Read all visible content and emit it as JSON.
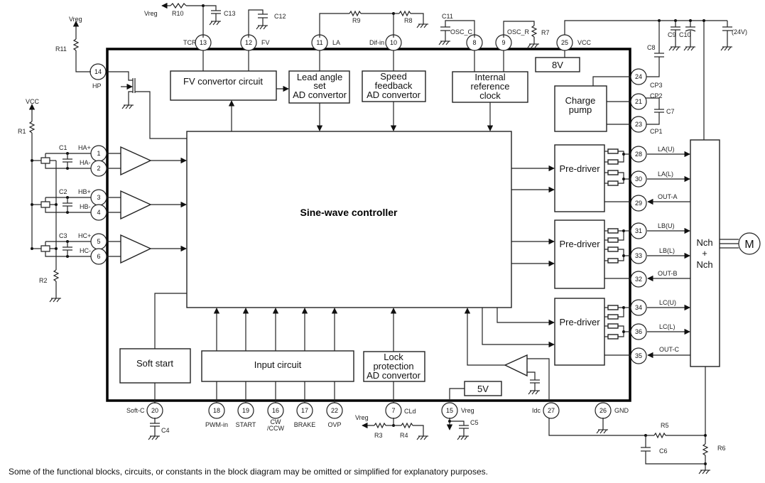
{
  "diagram": {
    "title": "Sine-wave controller",
    "blocks": {
      "fv": "FV convertor circuit",
      "lead": [
        "Lead angle",
        "set",
        "AD convertor"
      ],
      "speed": [
        "Speed",
        "feedback",
        "AD convertor"
      ],
      "clock": [
        "Internal",
        "reference",
        "clock"
      ],
      "charge": [
        "Charge",
        "pump"
      ],
      "v8": "8V",
      "v5": "5V",
      "predriver": "Pre-driver",
      "soft": "Soft start",
      "input": "Input circuit",
      "lock": [
        "Lock",
        "protection",
        "AD convertor"
      ],
      "nch": [
        "Nch",
        "+",
        "Nch"
      ],
      "motor": "M"
    },
    "pins": {
      "p13": {
        "num": "13",
        "name": "TCR"
      },
      "p12": {
        "num": "12",
        "name": "FV"
      },
      "p11": {
        "num": "11",
        "name": "LA"
      },
      "p10": {
        "num": "10",
        "name": "Dif-in"
      },
      "p8": {
        "num": "8",
        "name": "OSC_C"
      },
      "p9": {
        "num": "9",
        "name": "OSC_R"
      },
      "p25": {
        "num": "25",
        "name": "VCC"
      },
      "p14": {
        "num": "14",
        "name": "HP"
      },
      "p1": {
        "num": "1",
        "name": "HA+"
      },
      "p2": {
        "num": "2",
        "name": "HA-"
      },
      "p3": {
        "num": "3",
        "name": "HB+"
      },
      "p4": {
        "num": "4",
        "name": "HB-"
      },
      "p5": {
        "num": "5",
        "name": "HC+"
      },
      "p6": {
        "num": "6",
        "name": "HC-"
      },
      "p24": {
        "num": "24",
        "name": "CP3"
      },
      "p21": {
        "num": "21",
        "name": "CP2"
      },
      "p23": {
        "num": "23",
        "name": "CP1"
      },
      "p28": {
        "num": "28",
        "name": "LA(U)"
      },
      "p30": {
        "num": "30",
        "name": "LA(L)"
      },
      "p29": {
        "num": "29",
        "name": "OUT-A"
      },
      "p31": {
        "num": "31",
        "name": "LB(U)"
      },
      "p33": {
        "num": "33",
        "name": "LB(L)"
      },
      "p32": {
        "num": "32",
        "name": "OUT-B"
      },
      "p34": {
        "num": "34",
        "name": "LC(U)"
      },
      "p36": {
        "num": "36",
        "name": "LC(L)"
      },
      "p35": {
        "num": "35",
        "name": "OUT-C"
      },
      "p20": {
        "num": "20",
        "name": "Soft-C"
      },
      "p18": {
        "num": "18",
        "name": "PWM-in"
      },
      "p19": {
        "num": "19",
        "name": "START"
      },
      "p16": {
        "num": "16",
        "name": "CW",
        "name2": "/CCW"
      },
      "p17": {
        "num": "17",
        "name": "BRAKE"
      },
      "p22": {
        "num": "22",
        "name": "OVP"
      },
      "p7": {
        "num": "7",
        "name": "CLd"
      },
      "p15": {
        "num": "15",
        "name": "Vreg"
      },
      "p27": {
        "num": "27",
        "name": "Idc"
      },
      "p26": {
        "num": "26",
        "name": "GND"
      }
    },
    "components": {
      "vreg": "Vreg",
      "vcc": "VCC",
      "v24": "(24V)",
      "R1": "R1",
      "R2": "R2",
      "R3": "R3",
      "R4": "R4",
      "R5": "R5",
      "R6": "R6",
      "R7": "R7",
      "R8": "R8",
      "R9": "R9",
      "R10": "R10",
      "R11": "R11",
      "C1": "C1",
      "C2": "C2",
      "C3": "C3",
      "C4": "C4",
      "C5": "C5",
      "C6": "C6",
      "C7": "C7",
      "C8": "C8",
      "C9": "C9",
      "C10": "C10",
      "C11": "C11",
      "C12": "C12",
      "C13": "C13"
    },
    "note": "Some of the functional blocks, circuits, or constants in the block diagram may be omitted or simplified for explanatory purposes."
  }
}
